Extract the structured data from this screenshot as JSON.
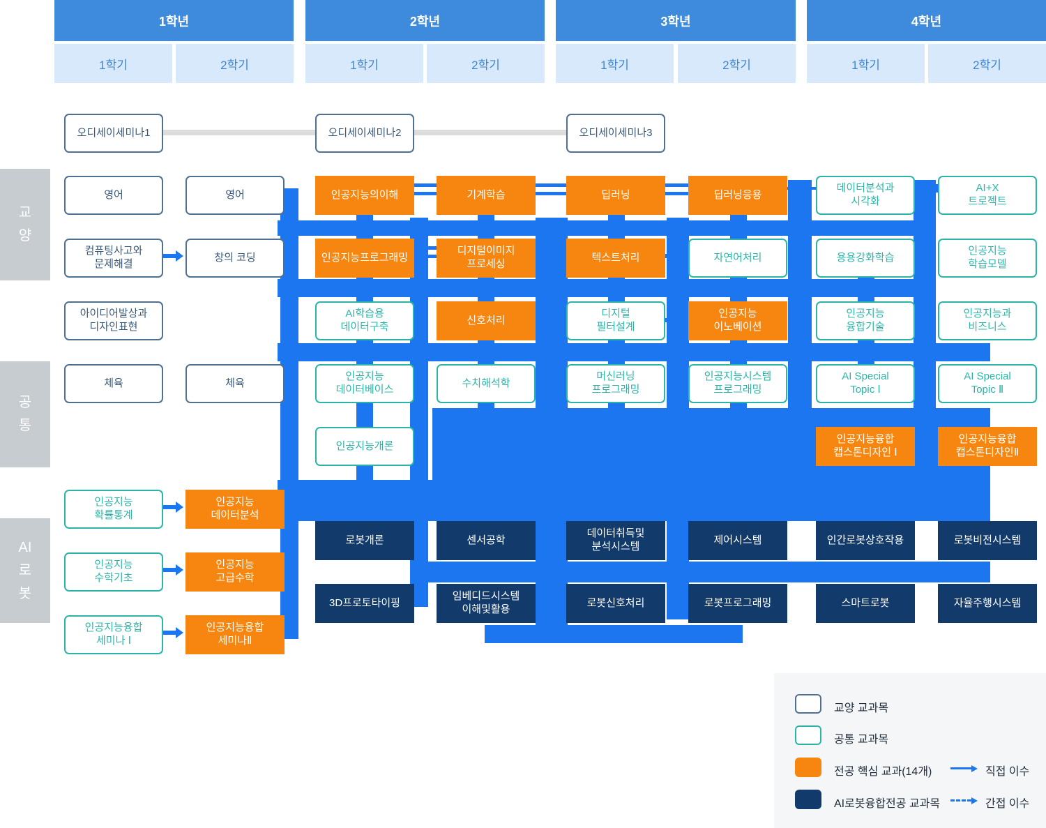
{
  "header": {
    "years": [
      {
        "label": "1학년",
        "semesters": [
          "1학기",
          "2학기"
        ]
      },
      {
        "label": "2학년",
        "semesters": [
          "1학기",
          "2학기"
        ]
      },
      {
        "label": "3학년",
        "semesters": [
          "1학기",
          "2학기"
        ]
      },
      {
        "label": "4학년",
        "semesters": [
          "1학기",
          "2학기"
        ]
      }
    ]
  },
  "sections": [
    {
      "id": "liberal",
      "label": "교\n양"
    },
    {
      "id": "common",
      "label": "공\n통"
    },
    {
      "id": "airobot",
      "label": "AI\n로\n봇"
    }
  ],
  "odyssey": {
    "items": [
      "오디세이세미나1",
      "오디세이세미나2",
      "오디세이세미나3"
    ]
  },
  "courses": [
    {
      "label": "영어",
      "type": "liberal",
      "col": 0,
      "row": "r1"
    },
    {
      "label": "영어",
      "type": "liberal",
      "col": 1,
      "row": "r1"
    },
    {
      "label": "인공지능의이해",
      "type": "core",
      "col": 2,
      "row": "r1"
    },
    {
      "label": "기계학습",
      "type": "core",
      "col": 3,
      "row": "r1"
    },
    {
      "label": "딥러닝",
      "type": "core",
      "col": 4,
      "row": "r1"
    },
    {
      "label": "딥러닝응용",
      "type": "core",
      "col": 5,
      "row": "r1"
    },
    {
      "label": "데이터분석과\n시각화",
      "type": "common",
      "col": 6,
      "row": "r1"
    },
    {
      "label": "AI+X\n트로젝트",
      "type": "common",
      "col": 7,
      "row": "r1"
    },
    {
      "label": "컴퓨팅사고와\n문제해결",
      "type": "liberal",
      "col": 0,
      "row": "r2"
    },
    {
      "label": "창의 코딩",
      "type": "liberal",
      "col": 1,
      "row": "r2"
    },
    {
      "label": "인공지능프로그래밍",
      "type": "core",
      "col": 2,
      "row": "r2"
    },
    {
      "label": "디지털이미지\n프로세싱",
      "type": "core",
      "col": 3,
      "row": "r2"
    },
    {
      "label": "텍스트처리",
      "type": "core",
      "col": 4,
      "row": "r2"
    },
    {
      "label": "자연어처리",
      "type": "common",
      "col": 5,
      "row": "r2"
    },
    {
      "label": "용용강화학습",
      "type": "common",
      "col": 6,
      "row": "r2"
    },
    {
      "label": "인공지능\n학습모델",
      "type": "common",
      "col": 7,
      "row": "r2"
    },
    {
      "label": "아이디어발상과\n디자인표현",
      "type": "liberal",
      "col": 0,
      "row": "r3"
    },
    {
      "label": "AI학습용\n데이터구축",
      "type": "common",
      "col": 2,
      "row": "r3"
    },
    {
      "label": "신호처리",
      "type": "core",
      "col": 3,
      "row": "r3"
    },
    {
      "label": "디지털\n필터설계",
      "type": "common",
      "col": 4,
      "row": "r3"
    },
    {
      "label": "인공지능\n이노베이션",
      "type": "core",
      "col": 5,
      "row": "r3"
    },
    {
      "label": "인공지능\n융합기술",
      "type": "common",
      "col": 6,
      "row": "r3"
    },
    {
      "label": "인공지능과\n비즈니스",
      "type": "common",
      "col": 7,
      "row": "r3"
    },
    {
      "label": "체육",
      "type": "liberal",
      "col": 0,
      "row": "r4"
    },
    {
      "label": "체육",
      "type": "liberal",
      "col": 1,
      "row": "r4"
    },
    {
      "label": "인공지능\n데이터베이스",
      "type": "common",
      "col": 2,
      "row": "r4"
    },
    {
      "label": "수치해석학",
      "type": "common",
      "col": 3,
      "row": "r4"
    },
    {
      "label": "머신러닝\n프로그래밍",
      "type": "common",
      "col": 4,
      "row": "r4"
    },
    {
      "label": "인공지능시스템\n프로그래밍",
      "type": "common",
      "col": 5,
      "row": "r4"
    },
    {
      "label": "AI Special\nTopic Ⅰ",
      "type": "common",
      "col": 6,
      "row": "r4"
    },
    {
      "label": "AI Special\nTopic Ⅱ",
      "type": "common",
      "col": 7,
      "row": "r4"
    },
    {
      "label": "인공지능개론",
      "type": "common",
      "col": 2,
      "row": "r5"
    },
    {
      "label": "인공지능융합\n캡스톤디자인 Ⅰ",
      "type": "core",
      "col": 6,
      "row": "r5"
    },
    {
      "label": "인공지능융합\n캡스톤디자인Ⅱ",
      "type": "core",
      "col": 7,
      "row": "r5"
    },
    {
      "label": "인공지능\n확률통계",
      "type": "common",
      "col": 0,
      "row": "r6"
    },
    {
      "label": "인공지능\n데이터분석",
      "type": "core",
      "col": 1,
      "row": "r6"
    },
    {
      "label": "로봇개론",
      "type": "robot",
      "col": 2,
      "row": "ra"
    },
    {
      "label": "센서공학",
      "type": "robot",
      "col": 3,
      "row": "ra"
    },
    {
      "label": "데이터취득및\n분석시스템",
      "type": "robot",
      "col": 4,
      "row": "ra"
    },
    {
      "label": "제어시스템",
      "type": "robot",
      "col": 5,
      "row": "ra"
    },
    {
      "label": "인간로봇상호작용",
      "type": "robot",
      "col": 6,
      "row": "ra"
    },
    {
      "label": "로봇비전시스템",
      "type": "robot",
      "col": 7,
      "row": "ra"
    },
    {
      "label": "인공지능\n수학기초",
      "type": "common",
      "col": 0,
      "row": "r7"
    },
    {
      "label": "인공지능\n고급수학",
      "type": "core",
      "col": 1,
      "row": "r7"
    },
    {
      "label": "3D프로토타이핑",
      "type": "robot",
      "col": 2,
      "row": "rb"
    },
    {
      "label": "임베디드시스템\n이해및활용",
      "type": "robot",
      "col": 3,
      "row": "rb"
    },
    {
      "label": "로봇신호처리",
      "type": "robot",
      "col": 4,
      "row": "rb"
    },
    {
      "label": "로봇프로그래밍",
      "type": "robot",
      "col": 5,
      "row": "rb"
    },
    {
      "label": "스마트로봇",
      "type": "robot",
      "col": 6,
      "row": "rb"
    },
    {
      "label": "자율주행시스템",
      "type": "robot",
      "col": 7,
      "row": "rb"
    },
    {
      "label": "인공지능융합\n세미나 Ⅰ",
      "type": "common",
      "col": 0,
      "row": "r8"
    },
    {
      "label": "인공지능융합\n세미나Ⅱ",
      "type": "core",
      "col": 1,
      "row": "r8"
    }
  ],
  "legend": {
    "items": [
      {
        "swatch": "liberal",
        "label": "교양 교과목"
      },
      {
        "swatch": "common",
        "label": "공통 교과목"
      },
      {
        "swatch": "core",
        "label": "전공 핵심 교과(14개)"
      },
      {
        "swatch": "robot",
        "label": "AI로봇융합전공 교과목"
      }
    ],
    "arrows": [
      {
        "style": "solid",
        "label": "직접 이수"
      },
      {
        "style": "dashed",
        "label": "간접 이수"
      }
    ]
  },
  "colors": {
    "year_header": "#3E8BDD",
    "semester_bg": "#D7E9FB",
    "semester_text": "#3F87D2",
    "liberal_border": "#4F7090",
    "liberal_text": "#3A5878",
    "common_border": "#2BB5A8",
    "core_bg": "#F6860F",
    "robot_bg": "#123A6B",
    "connector_blue": "#1B76F0",
    "odyssey_line": "#DCDCDC",
    "section_bg": "#C7CCD1",
    "legend_bg": "#F5F6F7",
    "legend_text": "#1E2B3A"
  }
}
